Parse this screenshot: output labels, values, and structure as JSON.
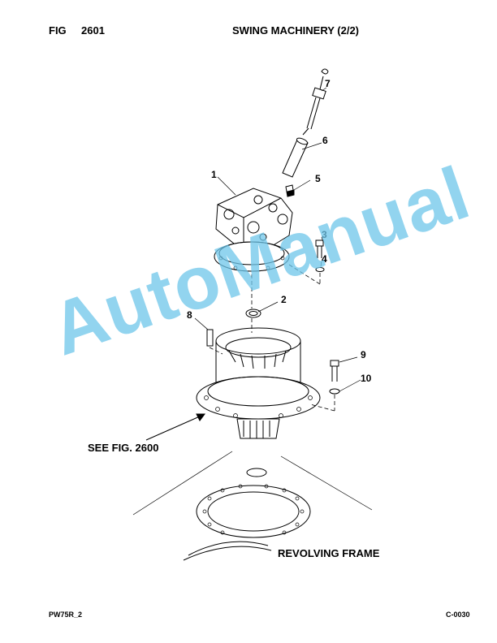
{
  "header": {
    "fig_label": "FIG",
    "fig_number": "2601",
    "title": "SWING MACHINERY (2/2)"
  },
  "callouts": [
    "1",
    "2",
    "3",
    "4",
    "5",
    "6",
    "7",
    "8",
    "9",
    "10"
  ],
  "notes": {
    "see_fig": "SEE FIG. 2600",
    "revolving_frame": "REVOLVING FRAME"
  },
  "footer": {
    "left": "PW75R_2",
    "right": "C-0030"
  },
  "watermark": "AutoManual",
  "colors": {
    "watermark": "#6ec6ea",
    "ink": "#000000"
  }
}
